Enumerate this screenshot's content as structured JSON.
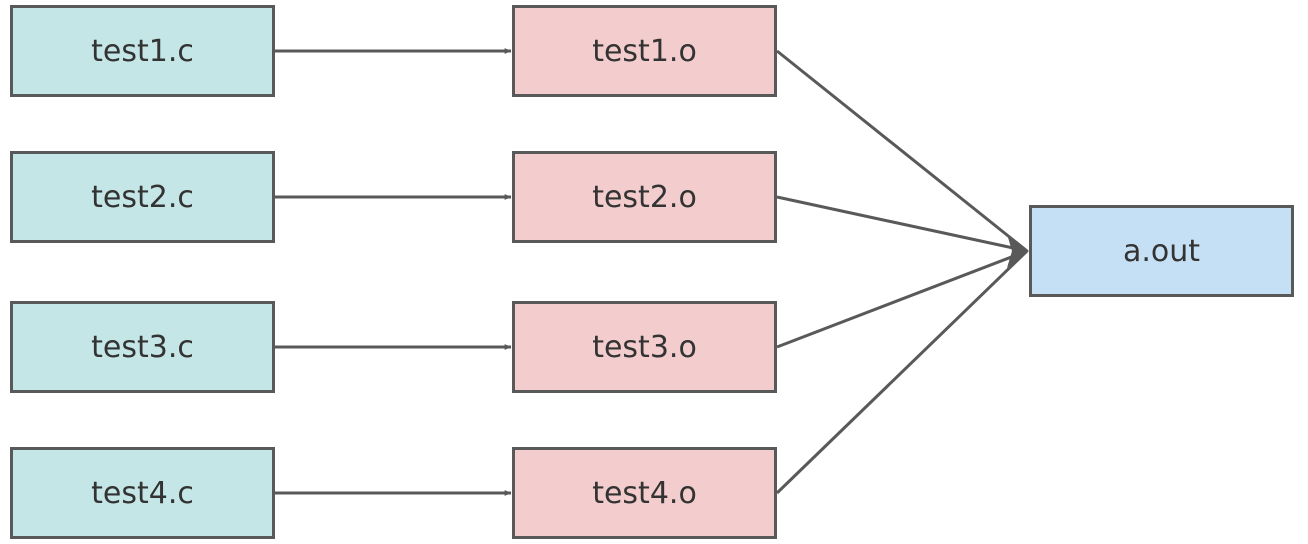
{
  "colors": {
    "source_fill": "#c5e6e6",
    "object_fill": "#f3cccd",
    "output_fill": "#c5e0f4",
    "stroke": "#595959",
    "text": "#333333"
  },
  "nodes": {
    "sources": [
      "test1.c",
      "test2.c",
      "test3.c",
      "test4.c"
    ],
    "objects": [
      "test1.o",
      "test2.o",
      "test3.o",
      "test4.o"
    ],
    "output": "a.out"
  },
  "edges": [
    {
      "from": "test1.c",
      "to": "test1.o"
    },
    {
      "from": "test2.c",
      "to": "test2.o"
    },
    {
      "from": "test3.c",
      "to": "test3.o"
    },
    {
      "from": "test4.c",
      "to": "test4.o"
    },
    {
      "from": "test1.o",
      "to": "a.out"
    },
    {
      "from": "test2.o",
      "to": "a.out"
    },
    {
      "from": "test3.o",
      "to": "a.out"
    },
    {
      "from": "test4.o",
      "to": "a.out"
    }
  ]
}
